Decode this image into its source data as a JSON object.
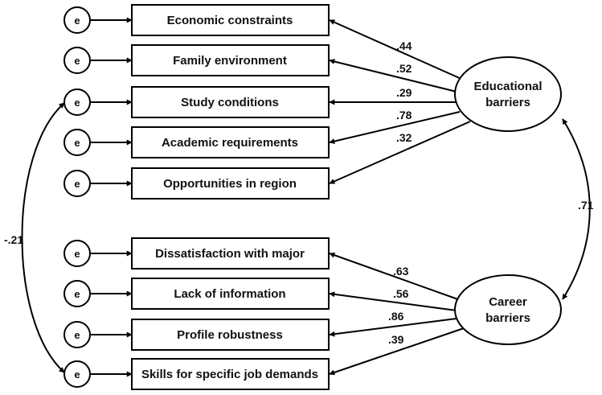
{
  "error_label": "e",
  "latents": {
    "educational": {
      "line1": "Educational",
      "line2": "barriers"
    },
    "career": {
      "line1": "Career",
      "line2": "barriers"
    }
  },
  "indicators": [
    {
      "label": "Economic constraints",
      "loading": ".44"
    },
    {
      "label": "Family environment",
      "loading": ".52"
    },
    {
      "label": "Study conditions",
      "loading": ".29"
    },
    {
      "label": "Academic requirements",
      "loading": ".78"
    },
    {
      "label": "Opportunities in region",
      "loading": ".32"
    },
    {
      "label": "Dissatisfaction with major",
      "loading": ".63"
    },
    {
      "label": "Lack of information",
      "loading": ".56"
    },
    {
      "label": "Profile robustness",
      "loading": ".86"
    },
    {
      "label": "Skills for specific job demands",
      "loading": ".39"
    }
  ],
  "correlations": {
    "latent": ".71",
    "error": "-.21"
  }
}
